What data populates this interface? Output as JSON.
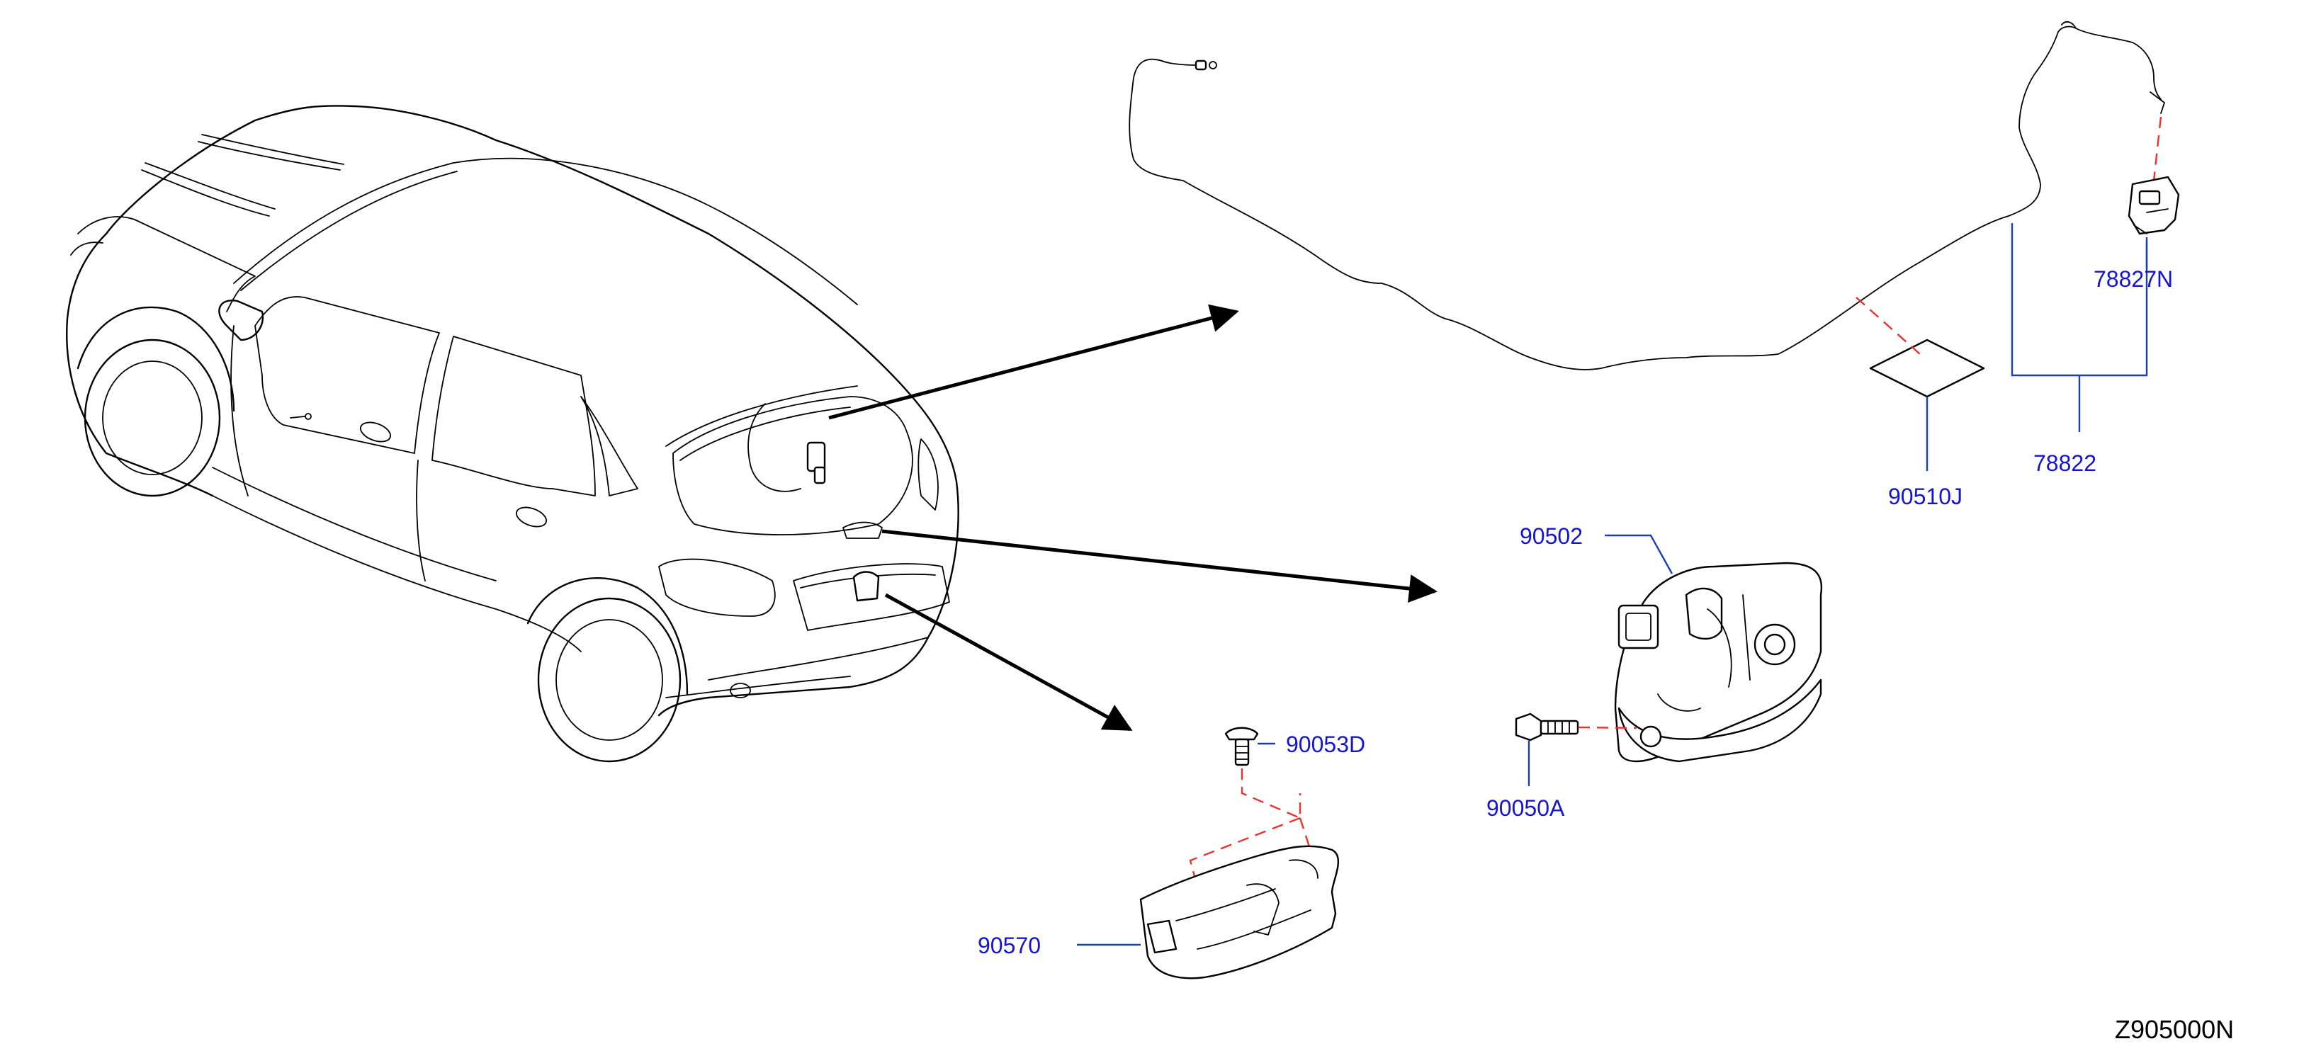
{
  "colors": {
    "label": "#1414d2",
    "leader": "#1a3fb4",
    "dashed": "#e8342d",
    "outline": "#000000"
  },
  "callouts": {
    "p78827N": "78827N",
    "p78822": "78822",
    "p90510J": "90510J",
    "p90502": "90502",
    "p90050A": "90050A",
    "p90053D": "90053D",
    "p90570": "90570"
  },
  "diagram_code": "Z905000N"
}
